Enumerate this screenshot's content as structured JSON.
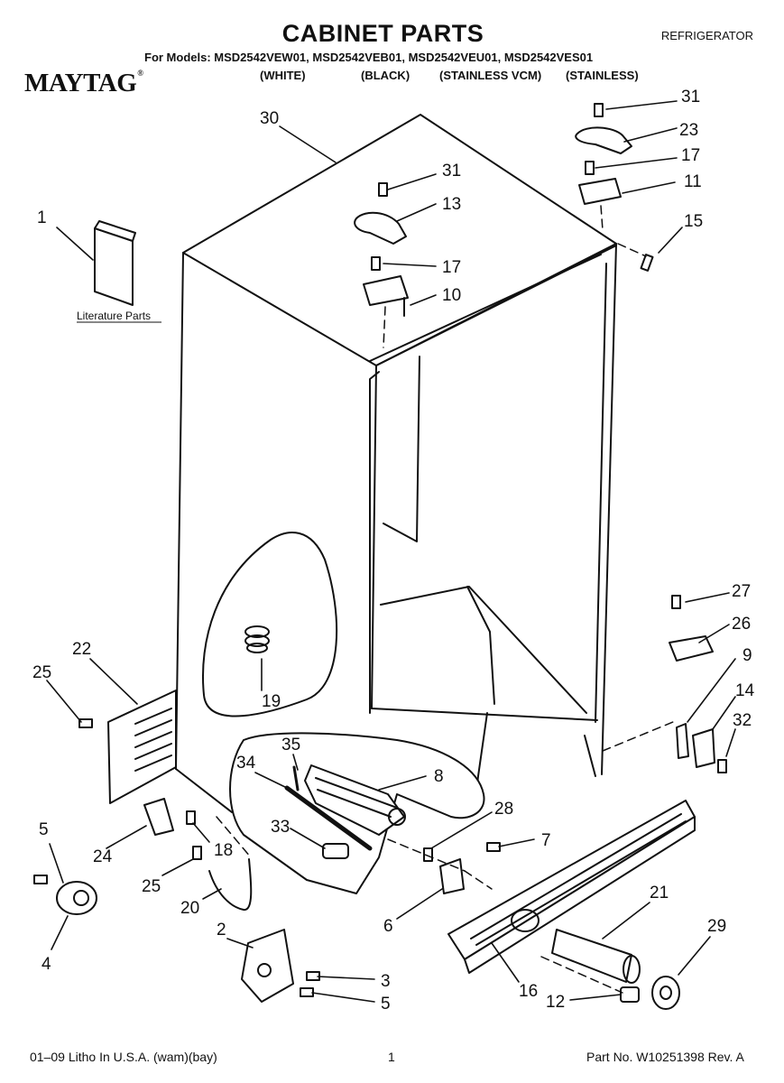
{
  "header": {
    "title": "CABINET PARTS",
    "category": "REFRIGERATOR",
    "models_line": "For Models: MSD2542VEW01, MSD2542VEB01, MSD2542VEU01, MSD2542VES01",
    "finishes": [
      "(WHITE)",
      "(BLACK)",
      "(STAINLESS VCM)",
      "(STAINLESS)"
    ],
    "brand": "MAYTAG",
    "brand_mark": "®"
  },
  "diagram": {
    "literature_label": "Literature Parts",
    "callouts": [
      "1",
      "2",
      "3",
      "4",
      "5",
      "5",
      "6",
      "7",
      "8",
      "9",
      "10",
      "11",
      "12",
      "13",
      "14",
      "15",
      "16",
      "17",
      "17",
      "18",
      "19",
      "20",
      "21",
      "22",
      "23",
      "24",
      "25",
      "25",
      "26",
      "27",
      "28",
      "29",
      "30",
      "31",
      "31",
      "32",
      "33",
      "34",
      "35"
    ]
  },
  "footer": {
    "left": "01–09 Litho In U.S.A. (wam)(bay)",
    "center": "1",
    "right": "Part No. W10251398 Rev. A"
  }
}
